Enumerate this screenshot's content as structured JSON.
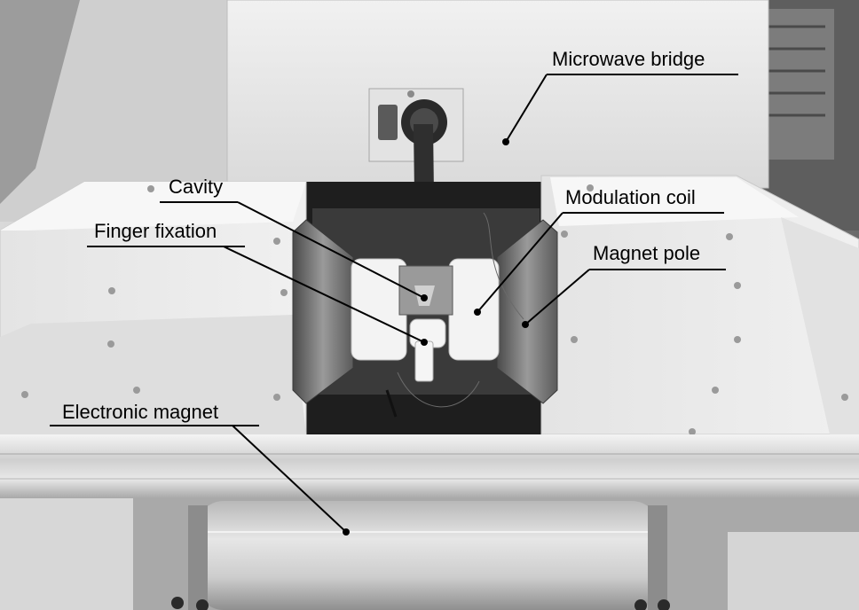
{
  "figure": {
    "mode": "grayscale photograph",
    "labels": {
      "microwave_bridge": "Microwave bridge",
      "cavity": "Cavity",
      "modulation_coil": "Modulation coil",
      "finger_fixation": "Finger fixation",
      "magnet_pole": "Magnet pole",
      "electronic_magnet": "Electronic magnet"
    }
  }
}
